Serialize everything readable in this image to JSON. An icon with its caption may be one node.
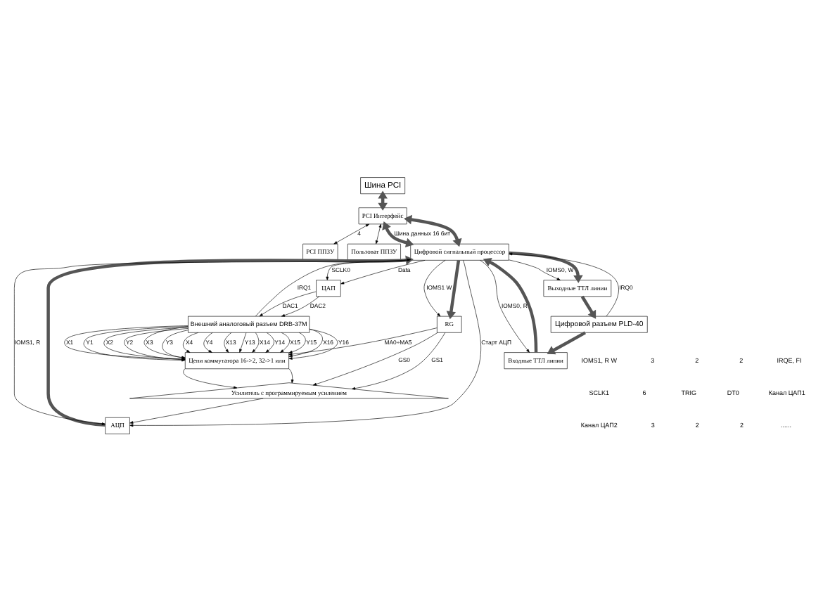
{
  "diagram": {
    "nodes": [
      {
        "text": [
          "Шина PCI"
        ]
      },
      {
        "text": [
          "PCI ППЗУ"
        ]
      },
      {
        "text": [
          "Пользоват ППЗУ"
        ]
      },
      {
        "text": [
          "PCI Интерфейс"
        ]
      },
      {
        "text": [
          "АЦП"
        ]
      },
      {
        "text": [
          "Усилитель с программируемым усилением"
        ]
      },
      {
        "text": [
          "Цепи коммутатора 16->2, 32->1 или"
        ]
      },
      {
        "text": [
          "Внешний аналоговый разъем DRB-37M"
        ]
      },
      {
        "text": [
          "RG"
        ]
      },
      {
        "text": [
          "Цифровой сигнальный процессор"
        ]
      },
      {
        "text": [
          "ЦАП"
        ]
      },
      {
        "text": [
          "Выходные ТТЛ линии"
        ]
      },
      {
        "text": [
          "Входные ТТЛ линии"
        ]
      },
      {
        "text": [
          "Цифровой разъем PLD-40"
        ]
      }
    ],
    "edges": [
      {
        "from": 0,
        "to": 3,
        "arrow": "both",
        "style": "thick"
      },
      {
        "from": 3,
        "to": 1,
        "arrow": "both",
        "label": "4"
      },
      {
        "from": 3,
        "to": 2,
        "arrow": "both"
      },
      {
        "from": 3,
        "to": 9,
        "arrow": "both",
        "style": "thick",
        "label": "Шина данных 16 бит"
      },
      {
        "from": 3,
        "to": 9,
        "arrow": "both",
        "style": "thick"
      },
      {
        "from": 4,
        "to": 9,
        "arrow": "to",
        "style": "thick"
      },
      {
        "from": 9,
        "to": 4,
        "arrow": "to",
        "label": "IOMS1, R"
      },
      {
        "from": 9,
        "to": 4,
        "arrow": "to",
        "label": "Старт АЦП"
      },
      {
        "from": 9,
        "to": 8,
        "arrow": "to",
        "label": "IOMS1 W"
      },
      {
        "from": 9,
        "to": 8,
        "arrow": "to",
        "style": "thick"
      },
      {
        "from": 8,
        "to": 5,
        "arrow": "to",
        "label": "GS0"
      },
      {
        "from": 8,
        "to": 5,
        "arrow": "to",
        "label": "GS1"
      },
      {
        "from": 8,
        "to": 6,
        "arrow": "to",
        "label": "MA0÷MA5"
      },
      {
        "from": 6,
        "to": 5,
        "arrow": "to"
      },
      {
        "from": 6,
        "to": 5,
        "arrow": "to"
      },
      {
        "from": 5,
        "to": 4,
        "arrow": "to"
      },
      {
        "from": 7,
        "to": 9,
        "arrow": "to",
        "label": "IRQ1"
      },
      {
        "from": 9,
        "to": 10,
        "arrow": "to",
        "label": "SCLK0"
      },
      {
        "from": 9,
        "to": 10,
        "arrow": "to",
        "label": "Data"
      },
      {
        "from": 10,
        "to": 7,
        "arrow": "to",
        "label": "DAC1"
      },
      {
        "from": 10,
        "to": 7,
        "arrow": "to",
        "label": "DAC2"
      },
      {
        "from": 13,
        "to": 9,
        "arrow": "to",
        "label": "IRQ0"
      },
      {
        "from": 9,
        "to": 11,
        "arrow": "to",
        "label": "IOMS0, W"
      },
      {
        "from": 9,
        "to": 12,
        "arrow": "to",
        "label": "IOMS0, R"
      },
      {
        "from": 9,
        "to": 11,
        "arrow": "to",
        "style": "thick"
      },
      {
        "from": 11,
        "to": 13,
        "arrow": "to",
        "style": "thick"
      },
      {
        "from": 13,
        "to": 12,
        "arrow": "to",
        "style": "thick"
      },
      {
        "from": 12,
        "to": 9,
        "arrow": "to",
        "style": "thick"
      },
      {
        "from": 7,
        "to": 6,
        "arrow": "to",
        "label": "X1"
      },
      {
        "from": 7,
        "to": 6,
        "arrow": "to",
        "label": "Y1"
      },
      {
        "from": 7,
        "to": 6,
        "arrow": "to",
        "label": "X2"
      },
      {
        "from": 7,
        "to": 6,
        "arrow": "to",
        "label": "Y2"
      },
      {
        "from": 7,
        "to": 6,
        "arrow": "to",
        "label": "X3"
      },
      {
        "from": 7,
        "to": 6,
        "arrow": "to",
        "label": "Y3"
      },
      {
        "from": 7,
        "to": 6,
        "arrow": "to",
        "label": "X4"
      },
      {
        "from": 7,
        "to": 6,
        "arrow": "to",
        "label": "Y4"
      },
      {
        "from": 7,
        "to": 6,
        "arrow": "to",
        "label": "X13"
      },
      {
        "from": 7,
        "to": 6,
        "arrow": "to",
        "label": "Y13"
      },
      {
        "from": 7,
        "to": 6,
        "arrow": "to",
        "label": "X14"
      },
      {
        "from": 7,
        "to": 6,
        "arrow": "to",
        "label": "Y14"
      },
      {
        "from": 7,
        "to": 6,
        "arrow": "to",
        "label": "X15"
      },
      {
        "from": 7,
        "to": 6,
        "arrow": "to",
        "label": "Y15"
      },
      {
        "from": 7,
        "to": 6,
        "arrow": "to",
        "label": "X16"
      },
      {
        "from": 7,
        "to": 6,
        "arrow": "to",
        "label": "Y16"
      }
    ],
    "labels": [
      "IOMS1, R W",
      "3",
      "2",
      "2",
      "IRQE, FI",
      "SCLK1",
      "6",
      "TRIG",
      "DT0",
      "Канал ЦАП1",
      "Канал ЦАП2",
      "3",
      "2",
      "2",
      "......"
    ]
  }
}
